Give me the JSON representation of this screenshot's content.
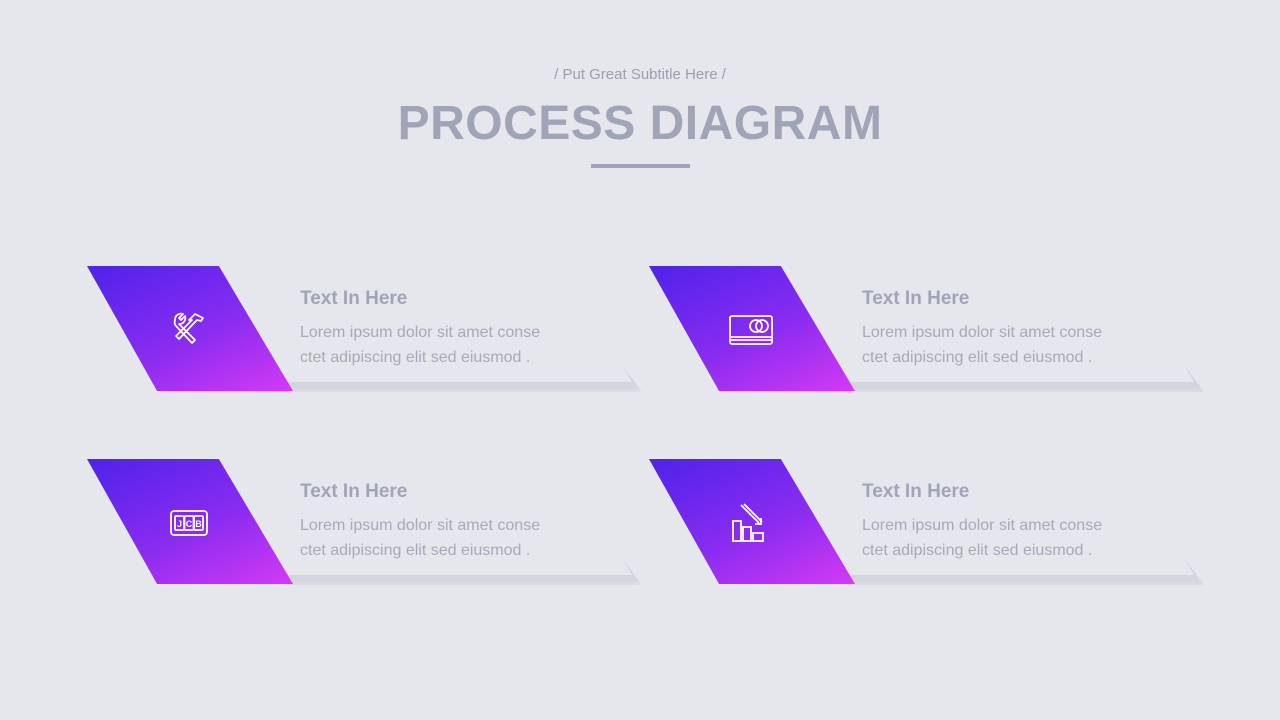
{
  "header": {
    "subtitle": "/ Put Great Subtitle Here /",
    "title": "PROCESS DIAGRAM"
  },
  "items": [
    {
      "icon": "tools-icon",
      "heading": "Text In Here",
      "line1": "Lorem ipsum dolor sit amet conse",
      "line2": "ctet adipiscing elit sed eiusmod ."
    },
    {
      "icon": "credit-card-icon",
      "heading": "Text In Here",
      "line1": "Lorem ipsum dolor sit amet conse",
      "line2": "ctet adipiscing elit sed eiusmod ."
    },
    {
      "icon": "jcb-card-icon",
      "heading": "Text In Here",
      "line1": "Lorem ipsum dolor sit amet conse",
      "line2": "ctet adipiscing elit sed eiusmod ."
    },
    {
      "icon": "declining-chart-icon",
      "heading": "Text In Here",
      "line1": "Lorem ipsum dolor sit amet conse",
      "line2": "ctet adipiscing elit sed eiusmod ."
    }
  ],
  "colors": {
    "gradient_start": "#4f22ea",
    "gradient_end": "#d43af4",
    "title": "#a0a4b7",
    "background": "#e6e7ec"
  }
}
